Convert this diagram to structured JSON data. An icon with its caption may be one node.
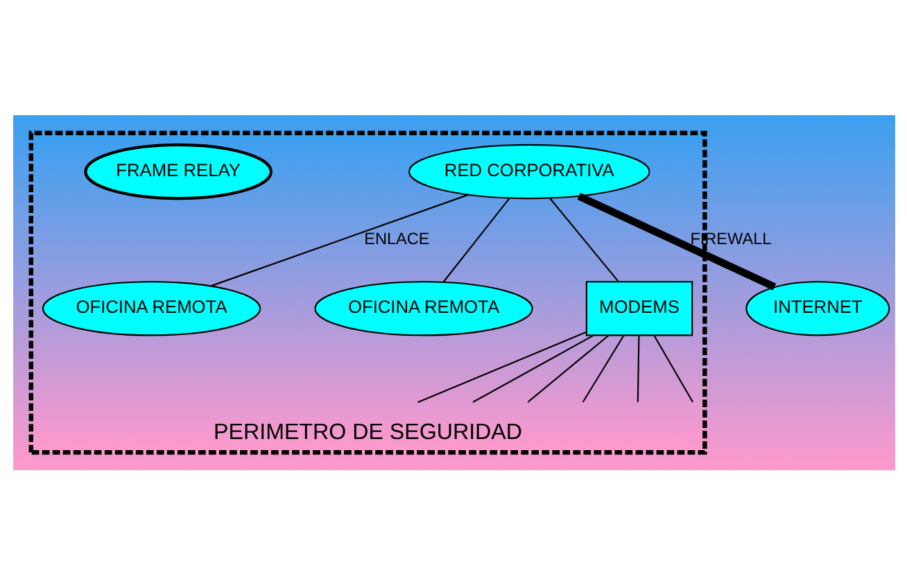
{
  "diagram": {
    "nodes": [
      {
        "text": [
          "PERIMETRO DE SEGURIDAD"
        ]
      },
      {
        "text": [
          "INTERNET"
        ]
      },
      {
        "text": [
          "RED CORPORATIVA"
        ],
        "in": 0
      },
      {
        "text": [
          "OFICINA REMOTA"
        ],
        "in": 0
      },
      {
        "text": [
          "FRAME RELAY"
        ],
        "in": 0
      },
      {
        "text": [
          "OFICINA REMOTA"
        ],
        "in": 0
      },
      {
        "text": [
          "MODEMS"
        ],
        "in": 0
      }
    ],
    "edges": [
      {
        "from": 2,
        "to": 1,
        "arrow": "none",
        "label": "FIREWALL",
        "style": "thick"
      },
      {
        "from": 2,
        "to": 3,
        "arrow": "none",
        "label": "ENLACE"
      },
      {
        "from": 2,
        "to": 5,
        "arrow": "none"
      },
      {
        "from": 2,
        "to": 6,
        "arrow": "none"
      },
      {
        "from": 6,
        "to": null,
        "arrow": "none"
      },
      {
        "from": 6,
        "to": null,
        "arrow": "none"
      },
      {
        "from": 6,
        "to": null,
        "arrow": "none"
      },
      {
        "from": 6,
        "to": null,
        "arrow": "none"
      },
      {
        "from": 6,
        "to": null,
        "arrow": "none"
      },
      {
        "from": 6,
        "to": null,
        "arrow": "none"
      }
    ]
  }
}
